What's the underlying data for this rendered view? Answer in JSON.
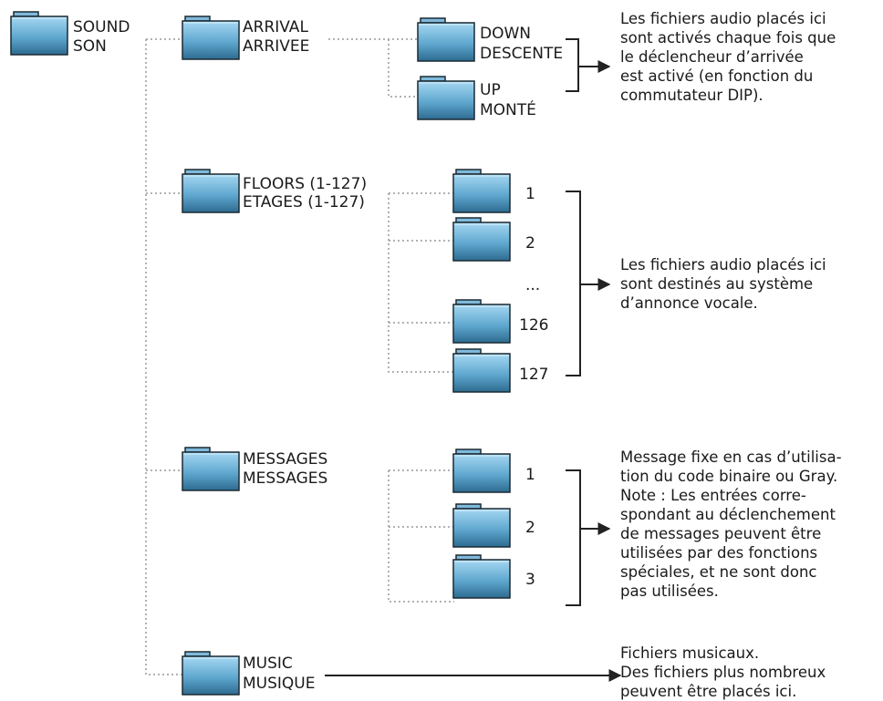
{
  "root": {
    "line1": "SOUND",
    "line2": "SON"
  },
  "arrival": {
    "label1": "ARRIVAL",
    "label2": "ARRIVEE",
    "down": {
      "line1": "DOWN",
      "line2": "DESCENTE"
    },
    "up": {
      "line1": "UP",
      "line2": "MONTÉ"
    },
    "note": [
      "Les fichiers audio placés ici",
      "sont activés chaque fois que",
      "le déclencheur d’arrivée",
      "est activé (en fonction du",
      "commutateur DIP)."
    ]
  },
  "floors": {
    "label1": "FLOORS (1-127)",
    "label2": "ETAGES (1-127)",
    "items": [
      "1",
      "2",
      "...",
      "126",
      "127"
    ],
    "note": [
      "Les fichiers audio placés ici",
      "sont destinés au système",
      "d’annonce vocale."
    ]
  },
  "messages": {
    "label1": "MESSAGES",
    "label2": "MESSAGES",
    "items": [
      "1",
      "2",
      "3"
    ],
    "note": [
      "Message fixe en cas d’utilisa-",
      "tion du code binaire ou Gray.",
      "Note : Les entrées corre-",
      "spondant au déclenchement",
      "de messages peuvent être",
      "utilisées par des fonctions",
      "spéciales, et ne sont donc",
      "pas utilisées."
    ]
  },
  "music": {
    "label1": "MUSIC",
    "label2": "MUSIQUE",
    "note": [
      "Fichiers musicaux.",
      "Des fichiers plus nombreux",
      "peuvent être placés ici."
    ]
  },
  "colors": {
    "folder_top": "#9fd3ee",
    "folder_bottom": "#2f6f95",
    "folder_outline": "#1c2a33",
    "line": "#222222",
    "dotted": "#999999"
  }
}
